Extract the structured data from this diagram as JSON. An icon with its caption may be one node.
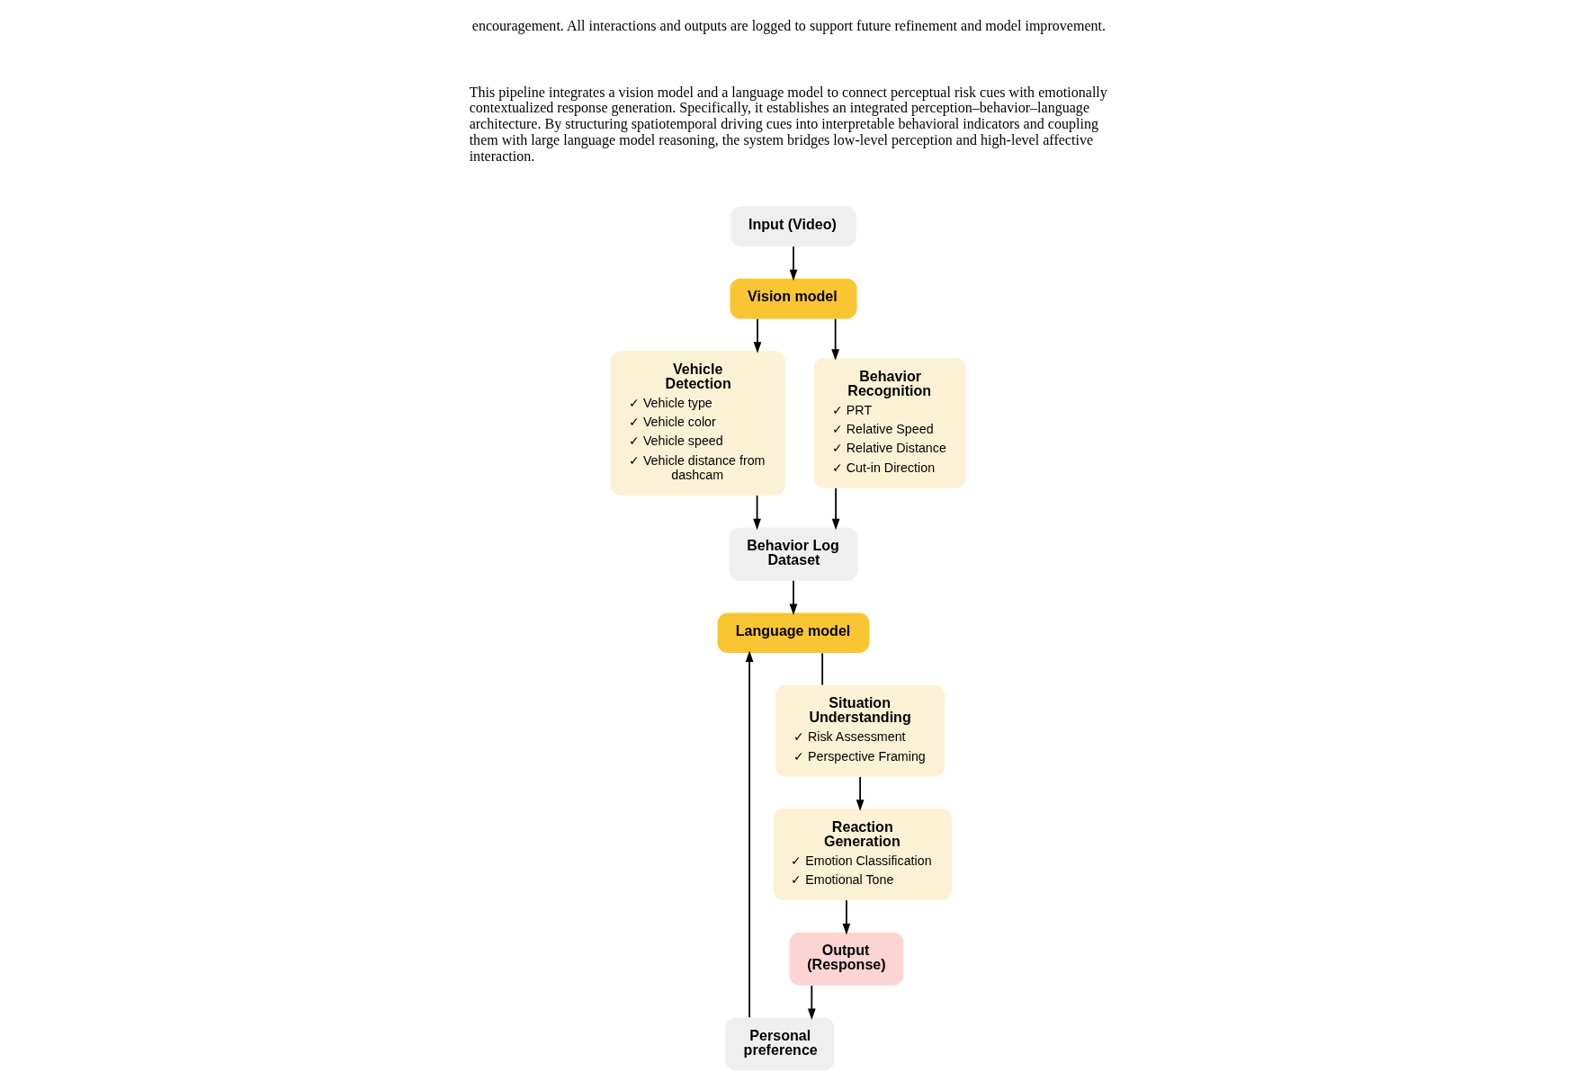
{
  "diagram": {
    "nodes": [
      {
        "text": [
          "Input (Video)"
        ]
      },
      {
        "text": [
          "Vision model"
        ]
      },
      {
        "text": [
          "Personal preference"
        ]
      },
      {
        "text": [
          "Language model"
        ]
      },
      {
        "text": [
          "Vehicle Detection",
          "✓ Vehicle type",
          "✓ Vehicle color",
          "✓ Vehicle speed",
          "✓ Vehicle distance from dashcam"
        ]
      },
      {
        "text": [
          "Behavior Recognition",
          "✓ PRT",
          "✓ Relative Speed",
          "✓ Relative Distance",
          "✓ Cut-in Direction"
        ]
      },
      {
        "text": [
          "Behavior Log Dataset"
        ]
      },
      {
        "text": [
          "Situation Understanding",
          "✓ Risk Assessment",
          "✓ Perspective Framing"
        ]
      },
      {
        "text": [
          "Reaction Generation",
          "✓ Emotion Classification",
          "✓ Emotional Tone"
        ]
      },
      {
        "text": [
          "Output (Response)"
        ]
      }
    ],
    "edges": [
      {
        "from": 0,
        "to": 1,
        "arrow": "to"
      },
      {
        "from": 1,
        "to": 4,
        "arrow": "to"
      },
      {
        "from": 1,
        "to": 5,
        "arrow": "to"
      },
      {
        "from": 4,
        "to": 6,
        "arrow": "to"
      },
      {
        "from": 5,
        "to": 6,
        "arrow": "to"
      },
      {
        "from": 6,
        "to": 3,
        "arrow": "to"
      },
      {
        "from": 2,
        "to": 3,
        "arrow": "to"
      },
      {
        "from": 3,
        "to": 7,
        "arrow": "none"
      },
      {
        "from": 7,
        "to": 8,
        "arrow": "to"
      },
      {
        "from": 8,
        "to": 9,
        "arrow": "to"
      },
      {
        "from": 9,
        "to": 2,
        "arrow": "to"
      }
    ],
    "labels": [
      "encouragement. All interactions and outputs are logged to support future refinement and model improvement.",
      "This pipeline integrates a vision model and a language model to connect perceptual risk cues with emotionally contextualized response generation. Specifically, it establishes an integrated perception–behavior–language architecture. By structuring spatiotemporal driving cues into interpretable behavioral indicators and coupling them with large language model reasoning, the system bridges low-level perception and high-level affective interaction."
    ]
  }
}
